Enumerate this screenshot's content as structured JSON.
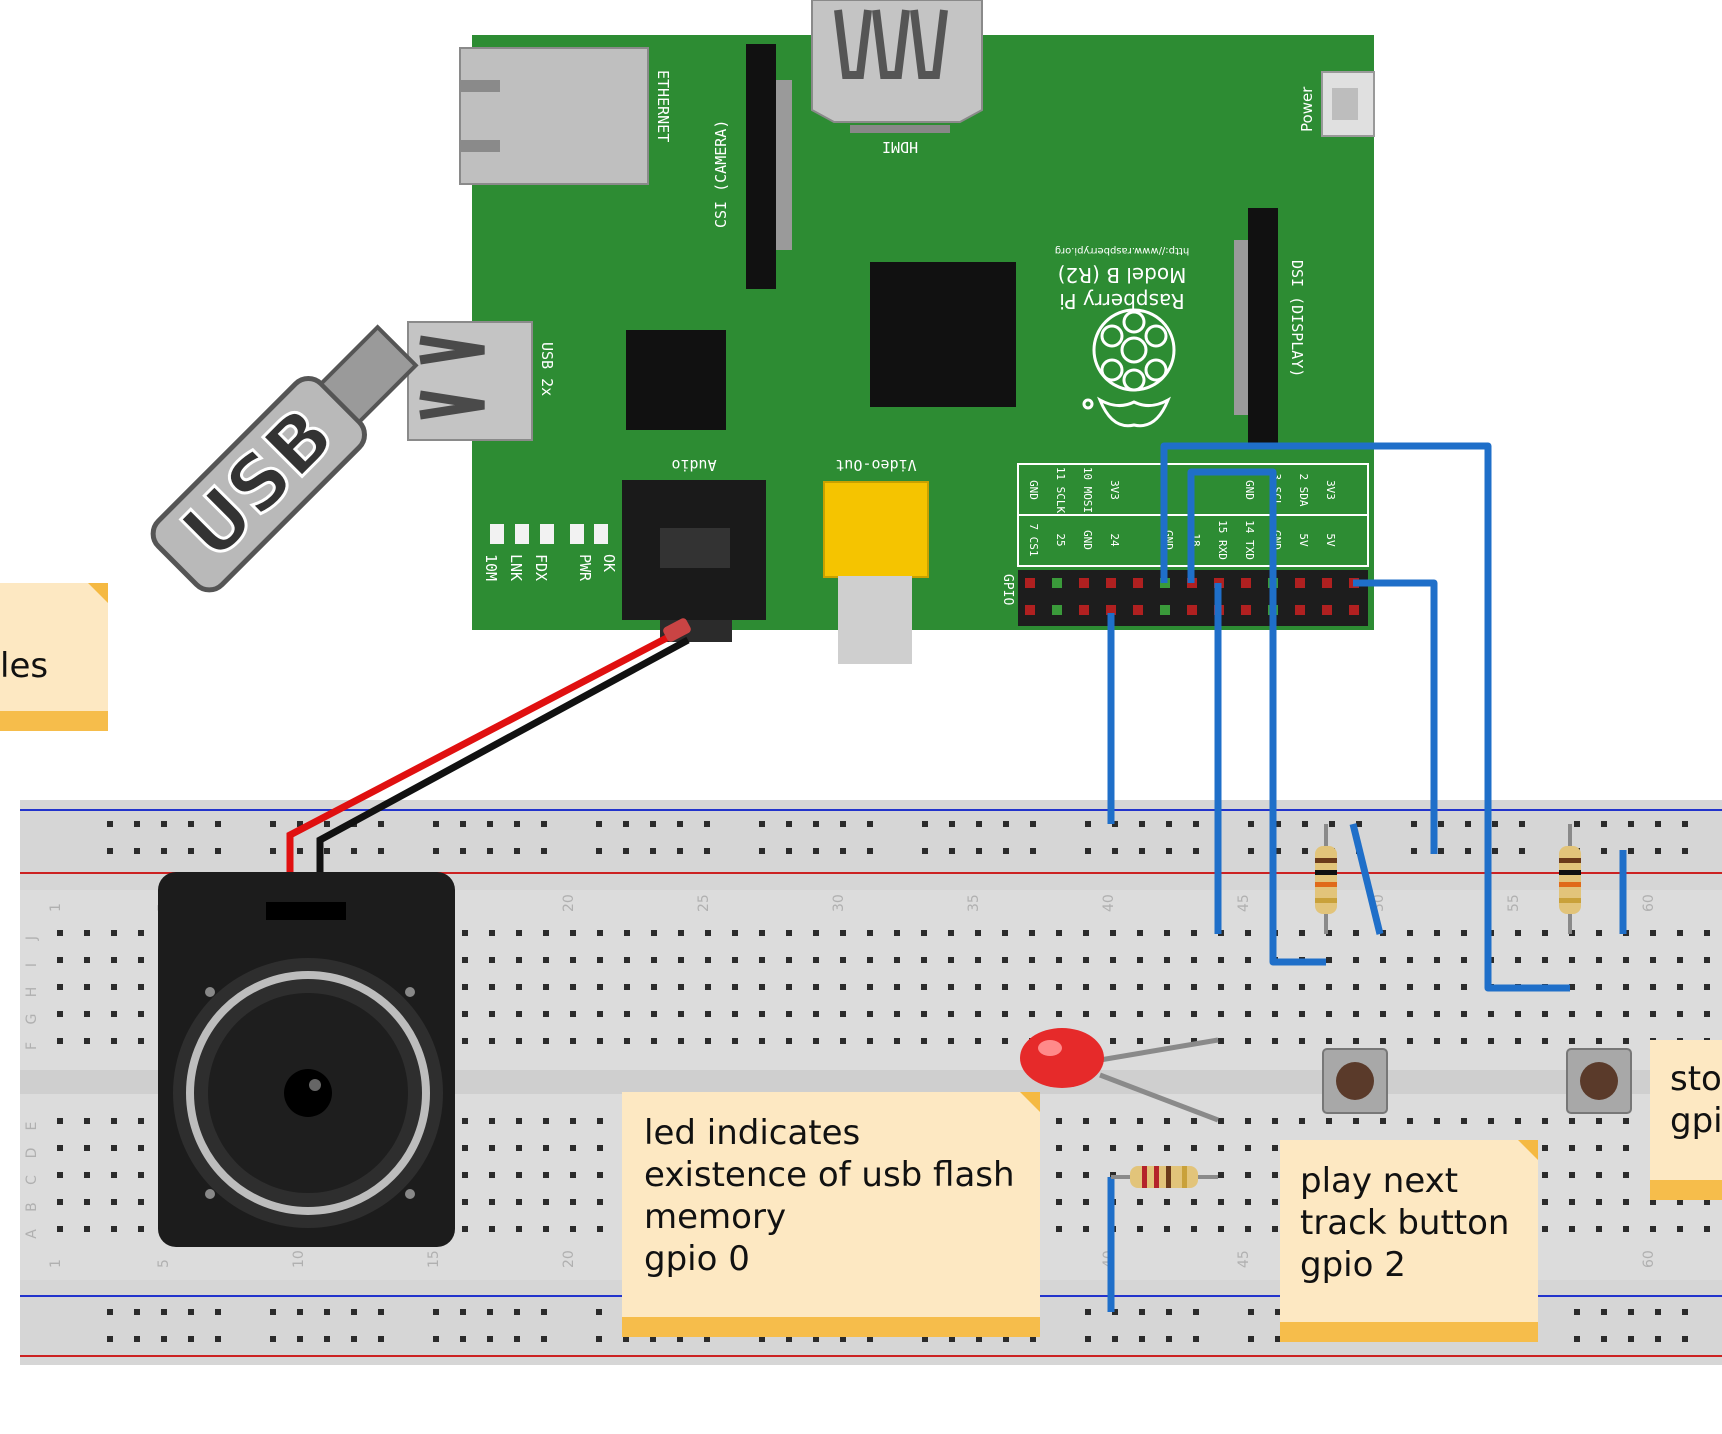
{
  "board": {
    "ethernet_label": "ETHERNET",
    "camera_label": "CSI (CAMERA)",
    "hdmi_label": "HDMI",
    "power_label": "Power",
    "model_lines": [
      "Raspberry Pi",
      "Model B (R2)",
      "http://www.raspberrypi.org"
    ],
    "display_label": "DSI (DISPLAY)",
    "usb_label": "USB 2x",
    "audio_label": "Audio",
    "video_label": "Video-Out",
    "gpio_label": "GPIO",
    "leds": [
      "OK",
      "PWR",
      "FDX",
      "LNK",
      "10M"
    ],
    "gpio_top_row": [
      "3V3",
      "2 SDA",
      "3 SCL",
      "GND",
      "",
      "",
      "",
      "",
      "3V3",
      "10 MOSI",
      "11 SCLK",
      "GND"
    ],
    "gpio_bottom_row": [
      "5V",
      "5V",
      "GND",
      "14 TXD",
      "15 RXD",
      "18",
      "GND",
      "",
      "24",
      "GND",
      "25",
      "7 CS1"
    ]
  },
  "usb_stick": {
    "label": "USB"
  },
  "breadboard": {
    "column_numbers": [
      "1",
      "5",
      "10",
      "15",
      "20",
      "25",
      "30",
      "35",
      "40",
      "45",
      "50",
      "55",
      "60"
    ],
    "row_letters_top": [
      "J",
      "I",
      "H",
      "G",
      "F"
    ],
    "row_letters_bottom": [
      "E",
      "D",
      "C",
      "B",
      "A"
    ]
  },
  "notes": {
    "left": "les",
    "led": "led indicates\nexistence of usb flash\nmemory\ngpio 0",
    "play": "play  next\ntrack button\ngpio 2",
    "stop": "sto\ngpi"
  },
  "colors": {
    "board_green": "#2d8c33",
    "wire_blue": "#1f6fc9",
    "wire_red": "#e01010",
    "wire_black": "#111111",
    "note_bg": "#fde8c2",
    "note_strip": "#f6bd4b"
  }
}
